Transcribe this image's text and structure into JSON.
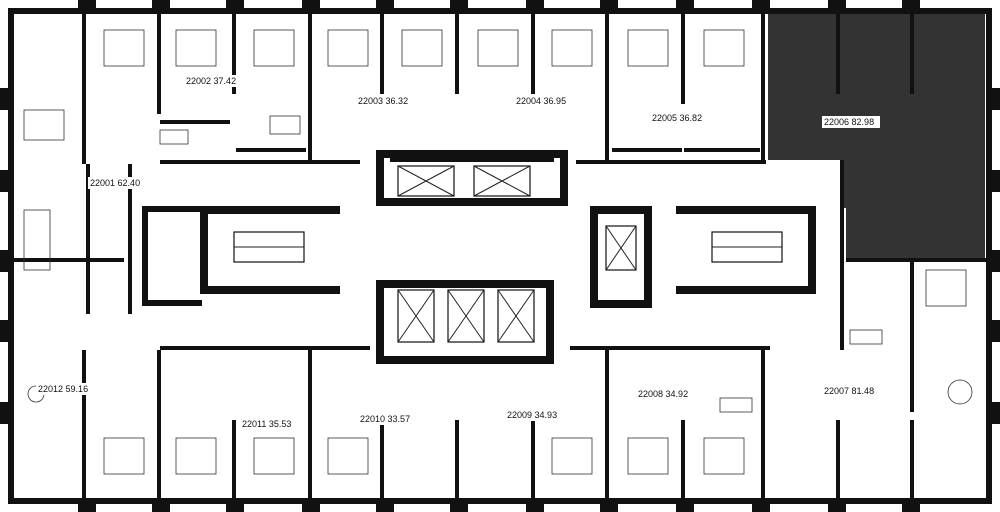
{
  "plan": {
    "highlighted_unit": "22006",
    "colors": {
      "wall": "#111111",
      "highlight": "#333333",
      "background": "#ffffff"
    },
    "units": [
      {
        "id": "22001",
        "area": "62.40"
      },
      {
        "id": "22002",
        "area": "37.42"
      },
      {
        "id": "22003",
        "area": "36.32"
      },
      {
        "id": "22004",
        "area": "36.95"
      },
      {
        "id": "22005",
        "area": "36.82"
      },
      {
        "id": "22006",
        "area": "82.98"
      },
      {
        "id": "22007",
        "area": "81.48"
      },
      {
        "id": "22008",
        "area": "34.92"
      },
      {
        "id": "22009",
        "area": "34.93"
      },
      {
        "id": "22010",
        "area": "33.57"
      },
      {
        "id": "22011",
        "area": "35.53"
      },
      {
        "id": "22012",
        "area": "59.16"
      }
    ]
  }
}
